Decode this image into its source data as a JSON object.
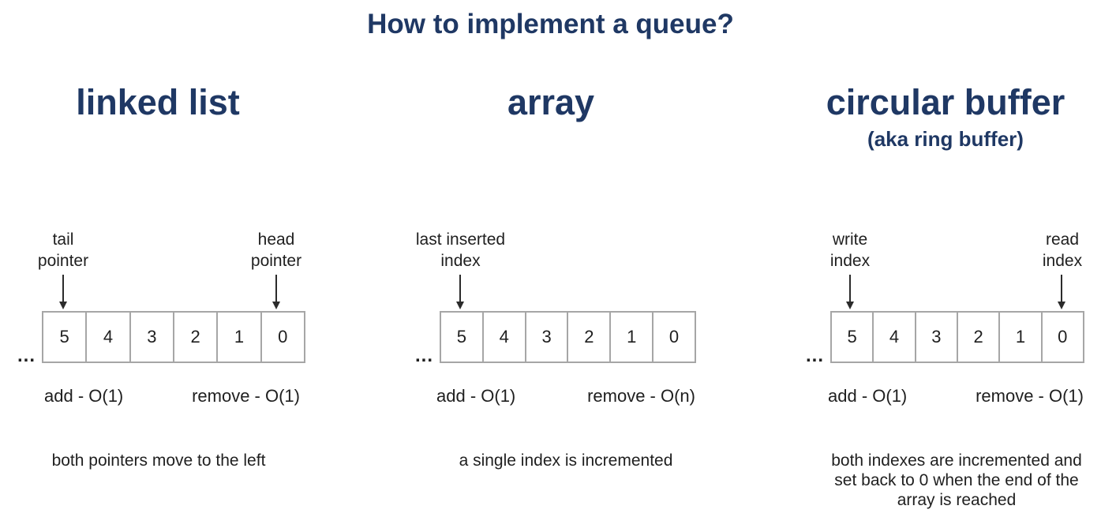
{
  "title": "How to implement a queue?",
  "colors": {
    "accent": "#1f3864",
    "body_text": "#1f1f1f",
    "cell_border": "#a6a6a6"
  },
  "columns": [
    {
      "heading": "linked list",
      "left_pointer": {
        "line1": "tail",
        "line2": "pointer"
      },
      "right_pointer": {
        "line1": "head",
        "line2": "pointer"
      },
      "cells": [
        "5",
        "4",
        "3",
        "2",
        "1",
        "0"
      ],
      "ellipsis": "...",
      "add_label": "add - O(1)",
      "remove_label": "remove - O(1)",
      "caption": "both pointers move to the left"
    },
    {
      "heading": "array",
      "left_pointer": {
        "line1": "last inserted",
        "line2": "index"
      },
      "cells": [
        "5",
        "4",
        "3",
        "2",
        "1",
        "0"
      ],
      "ellipsis": "...",
      "add_label": "add - O(1)",
      "remove_label": "remove - O(n)",
      "caption": "a single index is incremented"
    },
    {
      "heading": "circular buffer",
      "subheading": "(aka ring buffer)",
      "left_pointer": {
        "line1": "write",
        "line2": "index"
      },
      "right_pointer": {
        "line1": "read",
        "line2": "index"
      },
      "cells": [
        "5",
        "4",
        "3",
        "2",
        "1",
        "0"
      ],
      "ellipsis": "...",
      "add_label": "add - O(1)",
      "remove_label": "remove - O(1)",
      "caption": "both indexes are incremented and set back to 0 when the end of the array is reached"
    }
  ]
}
